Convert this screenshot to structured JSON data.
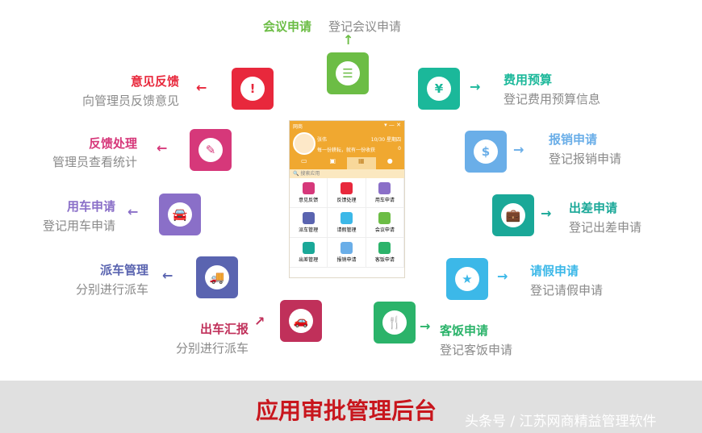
{
  "items": [
    {
      "key": "meeting",
      "title": "会议申请",
      "desc": "登记会议申请",
      "color": "#6cbd45",
      "icon": "message-icon"
    },
    {
      "key": "feedback",
      "title": "意见反馈",
      "desc": "向管理员反馈意见",
      "color": "#e8283c",
      "icon": "exclamation-bubble-icon"
    },
    {
      "key": "feedback_handle",
      "title": "反馈处理",
      "desc": "管理员查看统计",
      "color": "#d6387a",
      "icon": "pen-bubble-icon"
    },
    {
      "key": "car_apply",
      "title": "用车申请",
      "desc": "登记用车申请",
      "color": "#8a6fc8",
      "icon": "car-front-icon"
    },
    {
      "key": "dispatch",
      "title": "派车管理",
      "desc": "分别进行派车",
      "color": "#5a64b0",
      "icon": "truck-icon"
    },
    {
      "key": "car_report",
      "title": "出车汇报",
      "desc": "分别进行派车",
      "color": "#c0305a",
      "icon": "car-icon"
    },
    {
      "key": "meal",
      "title": "客饭申请",
      "desc": "登记客饭申请",
      "color": "#2bb36a",
      "icon": "fork-knife-icon"
    },
    {
      "key": "leave",
      "title": "请假申请",
      "desc": "登记请假申请",
      "color": "#3cb8e8",
      "icon": "star-icon"
    },
    {
      "key": "trip",
      "title": "出差申请",
      "desc": "登记出差申请",
      "color": "#1aa898",
      "icon": "briefcase-icon"
    },
    {
      "key": "reimburse",
      "title": "报销申请",
      "desc": "登记报销申请",
      "color": "#6aaee8",
      "icon": "receipt-icon"
    },
    {
      "key": "budget",
      "title": "费用预算",
      "desc": "登记费用预算信息",
      "color": "#1bb89a",
      "icon": "money-icon"
    }
  ],
  "phone": {
    "app_name": "网商",
    "user": "张伟",
    "date": "10/30 星期四",
    "motto": "每一份耕耘，就有一份收获",
    "volume": "0",
    "search_placeholder": "搜索应用",
    "apps": [
      {
        "label": "意见反馈",
        "color": "#d6387a"
      },
      {
        "label": "反馈处理",
        "color": "#e8283c"
      },
      {
        "label": "用车申请",
        "color": "#8a6fc8"
      },
      {
        "label": "派车管理",
        "color": "#5a64b0"
      },
      {
        "label": "请假管理",
        "color": "#3cb8e8"
      },
      {
        "label": "会议申请",
        "color": "#6cbd45"
      },
      {
        "label": "出差管理",
        "color": "#1aa898"
      },
      {
        "label": "报销申请",
        "color": "#6aaee8"
      },
      {
        "label": "客饭申请",
        "color": "#2bb36a"
      }
    ]
  },
  "banner": {
    "title": "应用审批管理后台",
    "watermark": "头条号 / 江苏网商精益管理软件"
  }
}
